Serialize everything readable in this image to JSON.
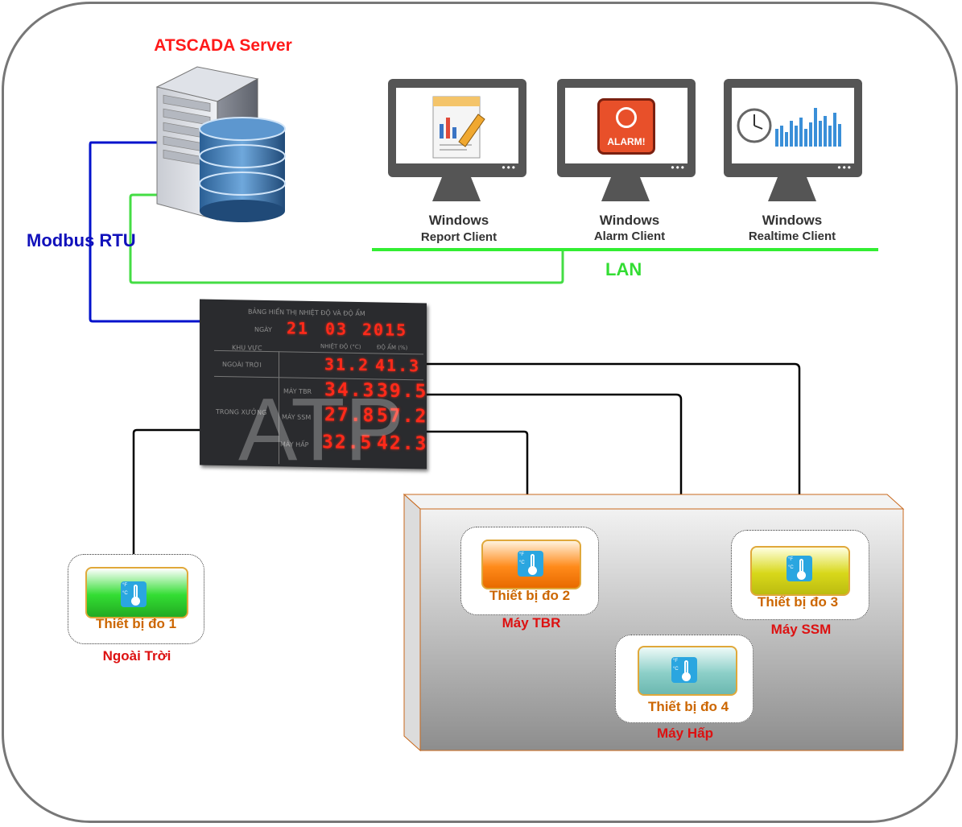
{
  "server": {
    "title": "ATSCADA Server"
  },
  "protocol": {
    "label": "Modbus RTU"
  },
  "network": {
    "label": "LAN"
  },
  "clients": [
    {
      "line1": "Windows",
      "line2": "Report Client",
      "icon": "report-icon"
    },
    {
      "line1": "Windows",
      "line2": "Alarm Client",
      "icon": "alarm-icon",
      "badge": "ALARM!"
    },
    {
      "line1": "Windows",
      "line2": "Realtime Client",
      "icon": "realtime-chart-icon"
    }
  ],
  "board": {
    "title": "BẢNG HIỂN THỊ NHIỆT ĐỘ VÀ ĐỘ ẨM",
    "date_label": "NGÀY",
    "date": {
      "day": "21",
      "month": "03",
      "year": "2015"
    },
    "col_area": "KHU VỰC",
    "col_temp": "NHIỆT ĐỘ (°C)",
    "col_hum": "ĐỘ ẨM (%)",
    "outdoor_label": "NGOÀI TRỜI",
    "indoor_label": "TRONG XƯỞNG",
    "rows": [
      {
        "name": "",
        "temp": "31.2",
        "hum": "41.3"
      },
      {
        "name": "MÁY TBR",
        "temp": "34.3",
        "hum": "39.5"
      },
      {
        "name": "MÁY SSM",
        "temp": "27.8",
        "hum": "57.2"
      },
      {
        "name": "MÁY HẤP",
        "temp": "32.5",
        "hum": "42.3"
      }
    ],
    "watermark": "ATP"
  },
  "devices": [
    {
      "label": "Thiết bị đo 1",
      "location": "Ngoài Trời",
      "color": "#33dd33"
    },
    {
      "label": "Thiết bị đo 2",
      "location": "Máy TBR",
      "color": "#ff8a1a"
    },
    {
      "label": "Thiết bị đo 3",
      "location": "Máy SSM",
      "color": "#d8d81a"
    },
    {
      "label": "Thiết bị đo 4",
      "location": "Máy Hấp",
      "color": "#8ccfc8"
    }
  ],
  "thermo_icon": {
    "f": "°F",
    "c": "°C"
  },
  "colors": {
    "server_title": "#ff1a1a",
    "protocol": "#1111bb",
    "lan": "#33dd33",
    "device_label": "#cc6600",
    "location": "#dd1111",
    "rs485": "#0011cc",
    "ethernet": "#44dd44"
  }
}
